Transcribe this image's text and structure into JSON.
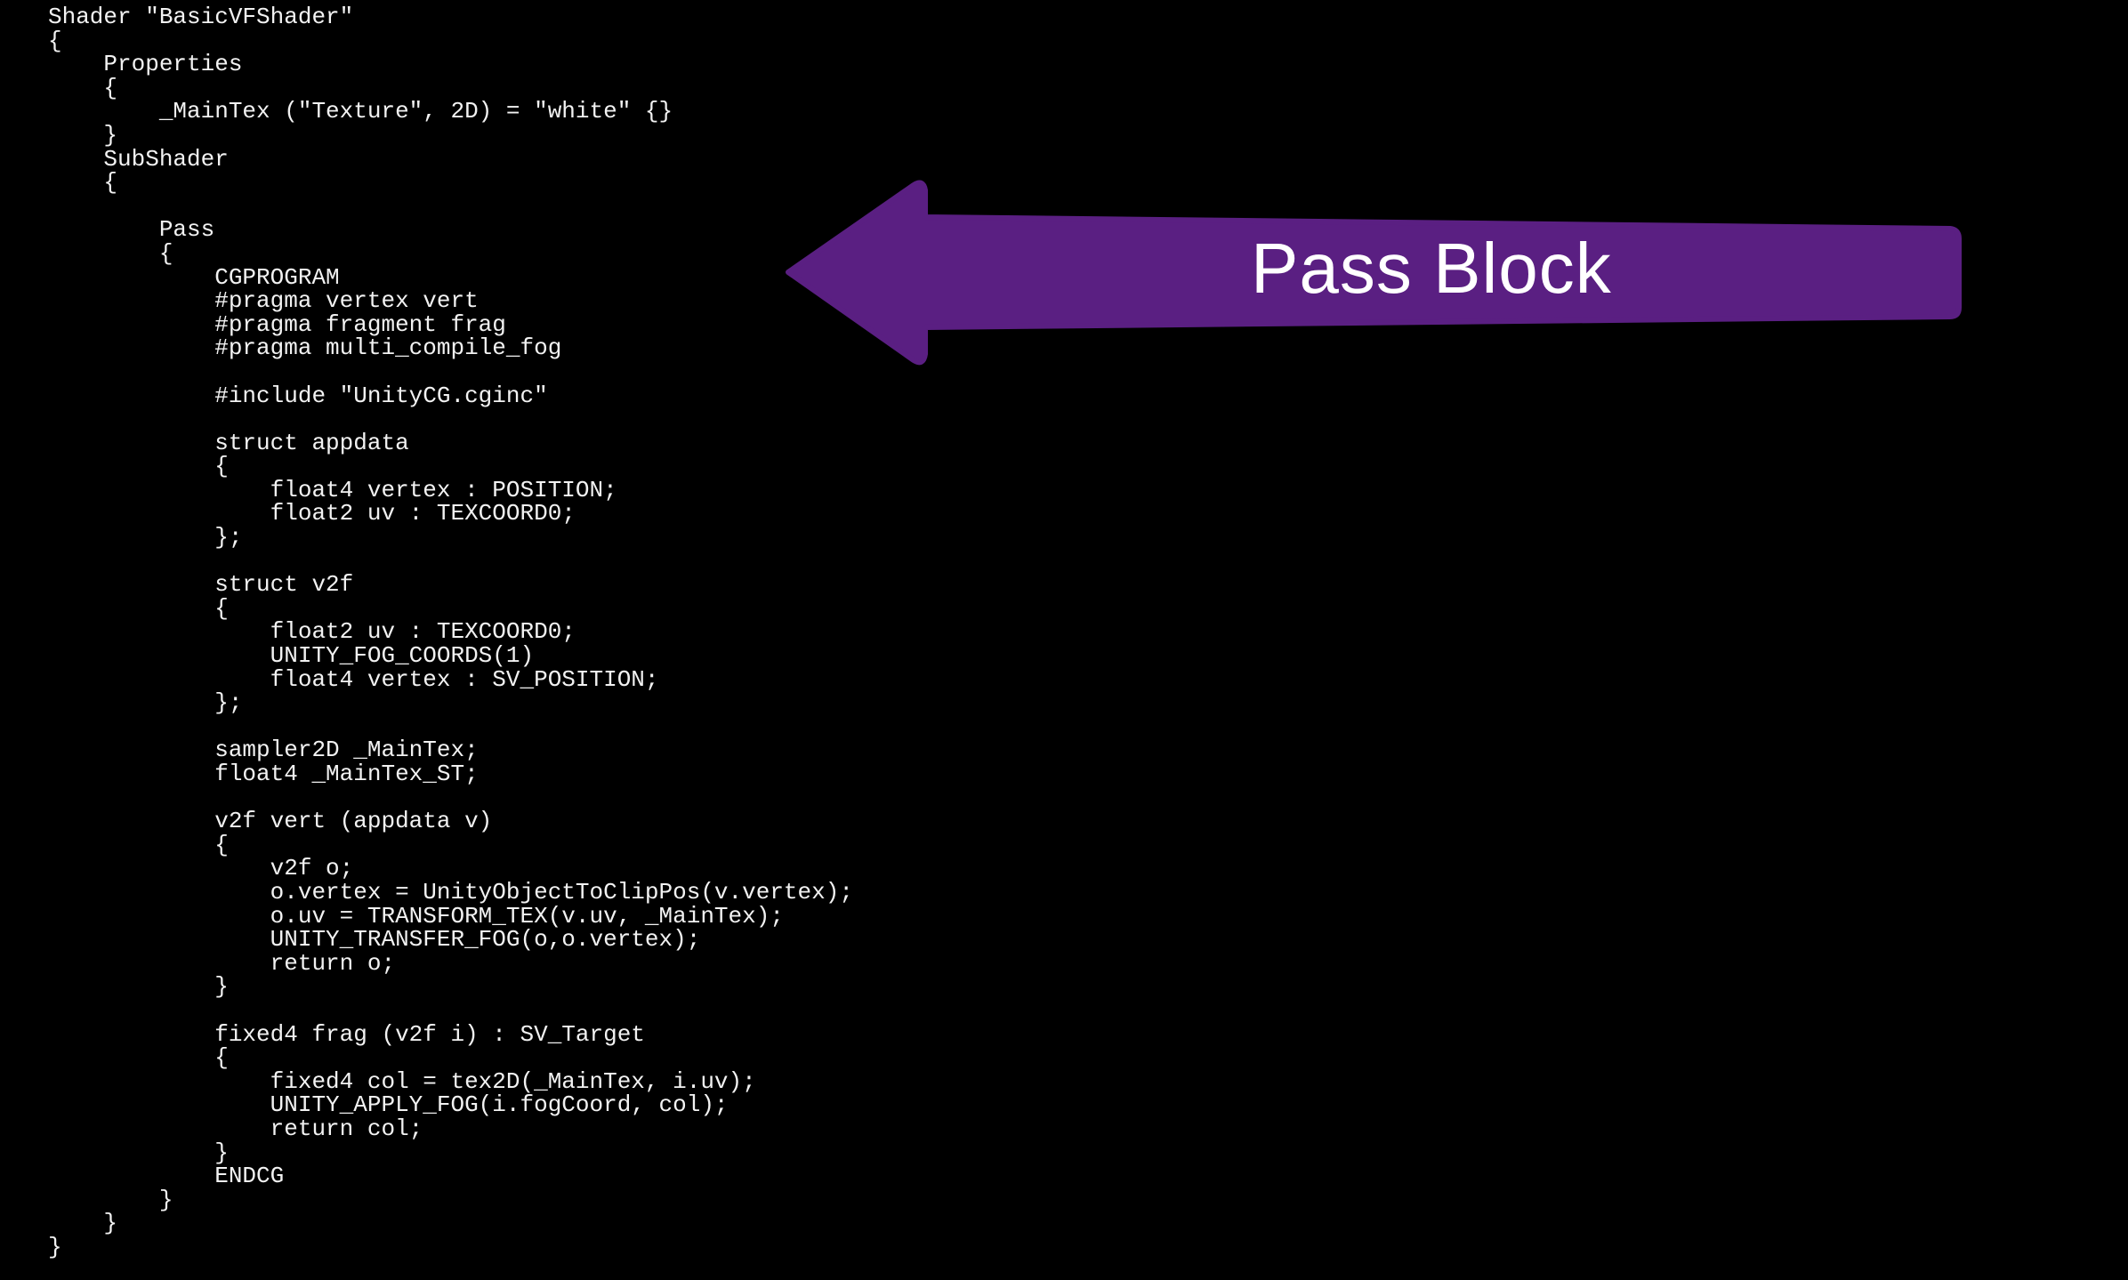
{
  "colors": {
    "background": "#000000",
    "code_text": "#f2f2f2",
    "arrow_fill": "#5a1f82",
    "arrow_text": "#ffffff"
  },
  "code_lines": [
    "Shader \"BasicVFShader\"",
    "{",
    "    Properties",
    "    {",
    "        _MainTex (\"Texture\", 2D) = \"white\" {}",
    "    }",
    "    SubShader",
    "    {",
    "",
    "        Pass",
    "        {",
    "            CGPROGRAM",
    "            #pragma vertex vert",
    "            #pragma fragment frag",
    "            #pragma multi_compile_fog",
    "",
    "            #include \"UnityCG.cginc\"",
    "",
    "            struct appdata",
    "            {",
    "                float4 vertex : POSITION;",
    "                float2 uv : TEXCOORD0;",
    "            };",
    "",
    "            struct v2f",
    "            {",
    "                float2 uv : TEXCOORD0;",
    "                UNITY_FOG_COORDS(1)",
    "                float4 vertex : SV_POSITION;",
    "            };",
    "",
    "            sampler2D _MainTex;",
    "            float4 _MainTex_ST;",
    "",
    "            v2f vert (appdata v)",
    "            {",
    "                v2f o;",
    "                o.vertex = UnityObjectToClipPos(v.vertex);",
    "                o.uv = TRANSFORM_TEX(v.uv, _MainTex);",
    "                UNITY_TRANSFER_FOG(o,o.vertex);",
    "                return o;",
    "            }",
    "",
    "            fixed4 frag (v2f i) : SV_Target",
    "            {",
    "                fixed4 col = tex2D(_MainTex, i.uv);",
    "                UNITY_APPLY_FOG(i.fogCoord, col);",
    "                return col;",
    "            }",
    "            ENDCG",
    "        }",
    "    }",
    "}"
  ],
  "callout": {
    "label": "Pass Block"
  }
}
